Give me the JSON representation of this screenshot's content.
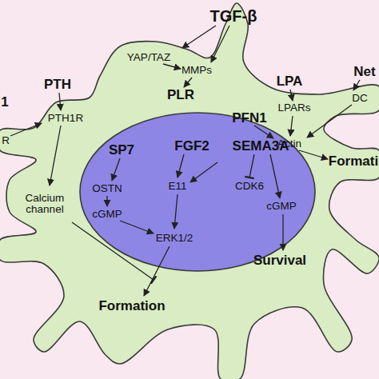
{
  "diagram": {
    "nodes": [
      {
        "text": [
          "YAP/TAZ",
          "MMPs",
          "PLR",
          "DC",
          "LPARs",
          "PFN1",
          "Actin",
          "Formati",
          "R",
          "PTH1R",
          "Calcium channel",
          "ERK1/2",
          "Formation",
          "Survival"
        ]
      },
      {
        "text": [
          "SP7",
          "FGF2",
          "SEMA3A",
          "OSTN",
          "cGMP",
          "E11",
          "CDK6",
          "cGMP"
        ],
        "in": 0
      }
    ],
    "labels": [
      "TGF-β",
      "Net",
      "LPA",
      "PTH",
      "1"
    ]
  }
}
